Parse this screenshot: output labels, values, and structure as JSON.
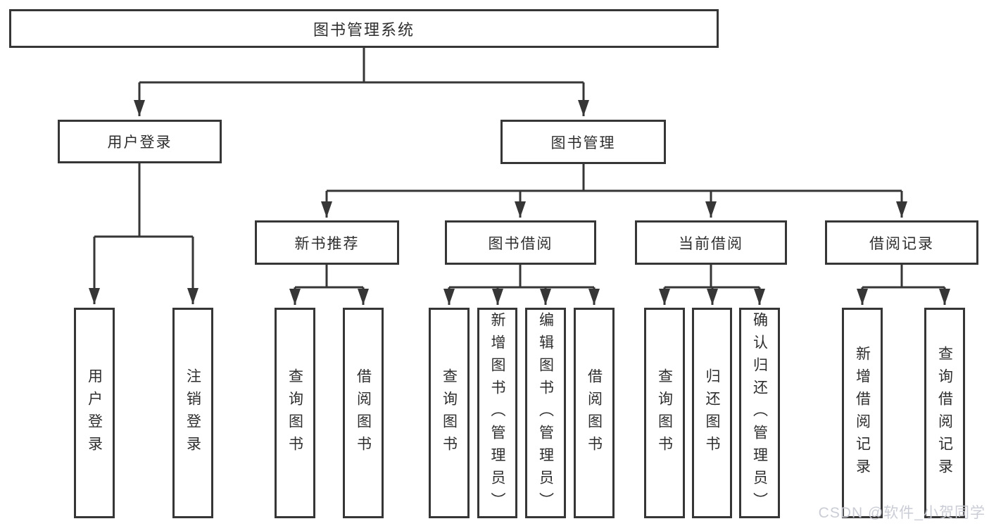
{
  "diagram": {
    "title": "图书管理系统",
    "level2": {
      "login": "用户登录",
      "manage": "图书管理"
    },
    "level3": {
      "recommend": "新书推荐",
      "borrow": "图书借阅",
      "current": "当前借阅",
      "records": "借阅记录"
    },
    "leaves": {
      "login": [
        "用户登录",
        "注销登录"
      ],
      "recommend": [
        "查询图书",
        "借阅图书"
      ],
      "borrow": [
        "查询图书",
        "新增图书（管理员）",
        "编辑图书（管理员）",
        "借阅图书"
      ],
      "current": [
        "查询图书",
        "归还图书",
        "确认归还（管理员）"
      ],
      "records": [
        "新增借阅记录",
        "查询借阅记录"
      ]
    },
    "colors": {
      "line": "#363636",
      "text": "#2e2e2e",
      "background": "#ffffff",
      "watermark": "#c9cbd4"
    }
  },
  "watermark": {
    "text": "CSDN @软件_小贺同学"
  }
}
